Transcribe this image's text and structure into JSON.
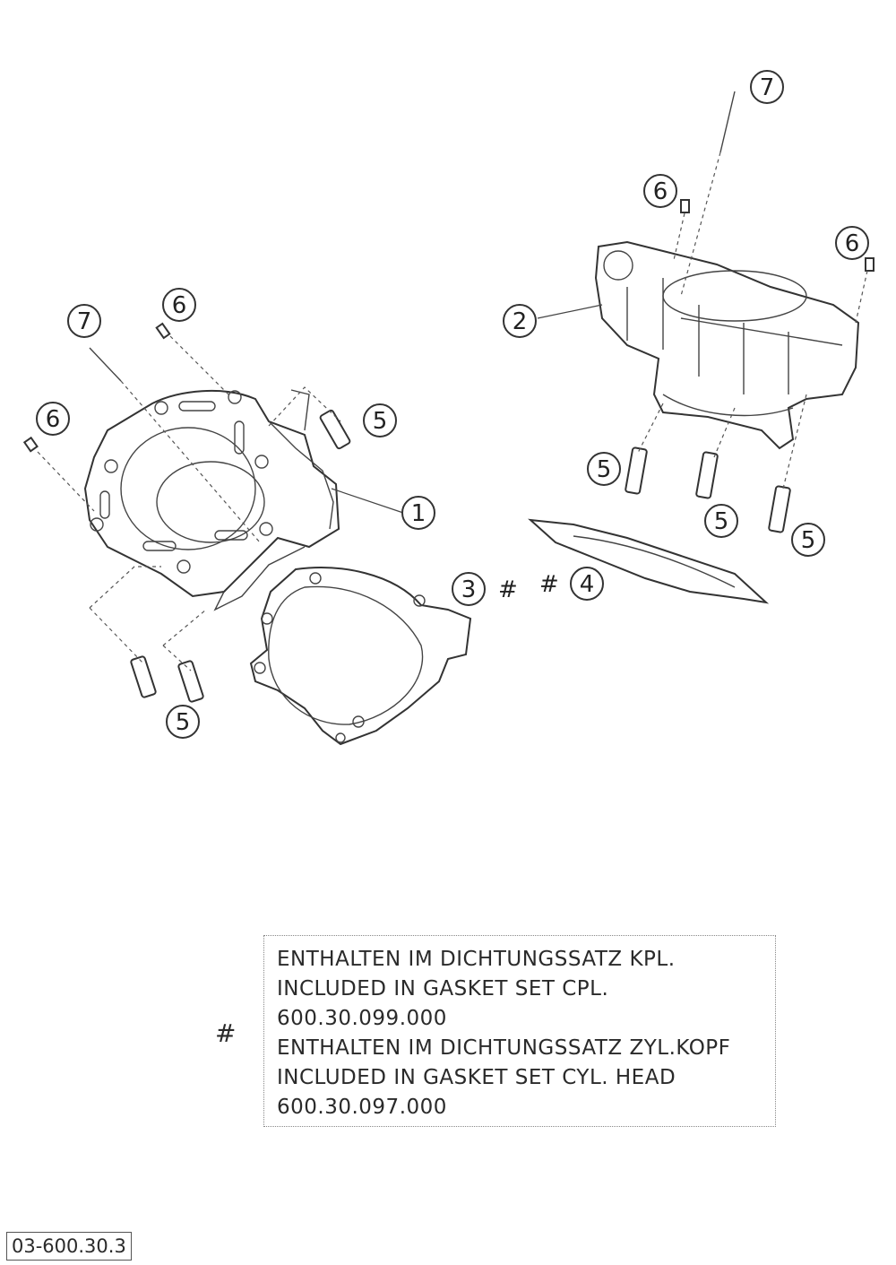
{
  "callouts": {
    "c1": "1",
    "c2": "2",
    "c3": "3",
    "c4": "4",
    "c5": "5",
    "c6": "6",
    "c7": "7"
  },
  "hash_symbol": "#",
  "note": {
    "lines": [
      "ENTHALTEN IM DICHTUNGSSATZ KPL.",
      "INCLUDED IN GASKET SET CPL.",
      "600.30.099.000",
      "ENTHALTEN IM DICHTUNGSSATZ ZYL.KOPF",
      "INCLUDED IN GASKET SET CYL. HEAD",
      "600.30.097.000"
    ]
  },
  "reference_code": "03-600.30.3"
}
